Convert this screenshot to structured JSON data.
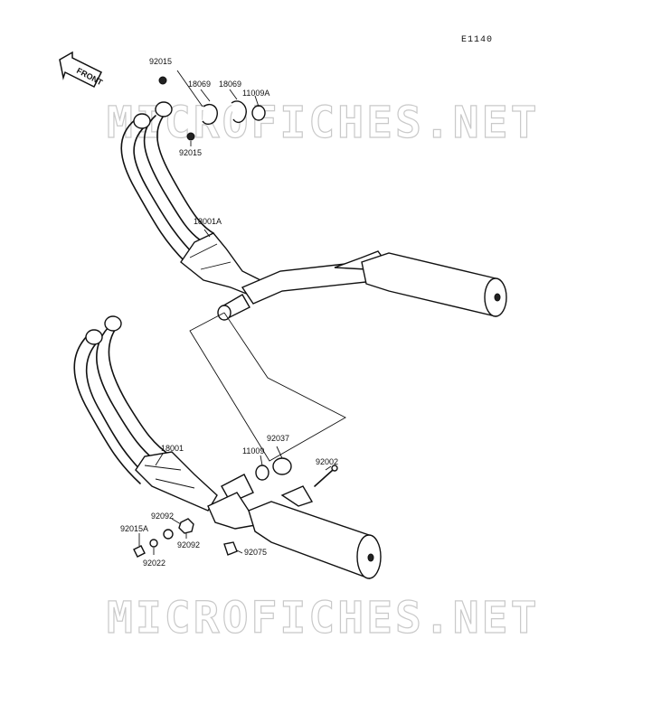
{
  "diagram": {
    "code": "E1140",
    "front_label": "FRONT",
    "watermark": "MICROFICHES.NET",
    "labels": {
      "p92015_top": "92015",
      "p18069_a": "18069",
      "p18069_b": "18069",
      "p11009A": "11009A",
      "p92015_mid": "92015",
      "p18001A": "18001A",
      "p18001": "18001",
      "p92037": "92037",
      "p11009": "11009",
      "p92002": "92002",
      "p92092_a": "92092",
      "p92015A": "92015A",
      "p92092_b": "92092",
      "p92022": "92022",
      "p92075": "92075"
    }
  }
}
